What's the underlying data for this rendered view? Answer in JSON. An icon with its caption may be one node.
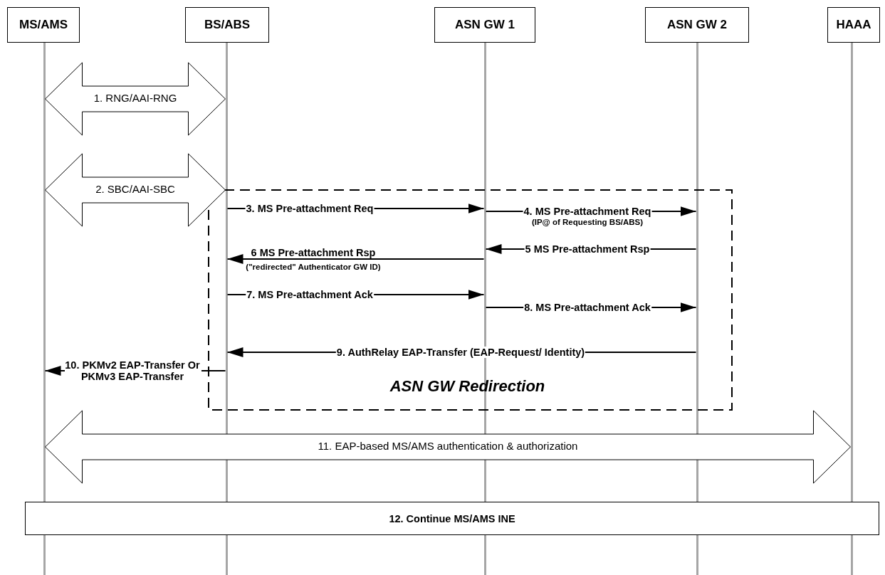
{
  "diagram": {
    "nodes": [
      {
        "text": [
          "MS/AMS"
        ]
      },
      {
        "text": [
          "BS/ABS"
        ]
      },
      {
        "text": [
          "ASN GW 1"
        ]
      },
      {
        "text": [
          "ASN GW 2"
        ]
      },
      {
        "text": [
          "HAAA"
        ]
      },
      {
        "text": [],
        "shape": "bar"
      },
      {
        "text": [],
        "shape": "bar"
      },
      {
        "text": [],
        "shape": "bar"
      },
      {
        "text": [],
        "shape": "bar"
      },
      {
        "text": [],
        "shape": "bar"
      },
      {
        "text": [
          "ASN GW Redirection"
        ]
      },
      {
        "text": [
          "12. Continue MS/AMS INE"
        ]
      }
    ],
    "edges": [
      {
        "from": 5,
        "to": 6,
        "arrow": "both",
        "label": "1. RNG/AAI-RNG",
        "style": "thick"
      },
      {
        "from": 5,
        "to": 6,
        "arrow": "both",
        "label": "2. SBC/AAI-SBC",
        "style": "thick"
      },
      {
        "from": 6,
        "to": 7,
        "arrow": "to",
        "label": "3. MS Pre-attachment Req"
      },
      {
        "from": 7,
        "to": 8,
        "arrow": "to",
        "label": "4. MS Pre-attachment Req"
      },
      {
        "from": 8,
        "to": 7,
        "arrow": "to",
        "label": "5 MS Pre-attachment Rsp"
      },
      {
        "from": 7,
        "to": 6,
        "arrow": "to",
        "label": "6 MS Pre-attachment Rsp"
      },
      {
        "from": 6,
        "to": 7,
        "arrow": "to",
        "label": "7. MS Pre-attachment Ack"
      },
      {
        "from": 7,
        "to": 8,
        "arrow": "to",
        "label": "8. MS Pre-attachment Ack"
      },
      {
        "from": 8,
        "to": 6,
        "arrow": "to",
        "label": "9. AuthRelay EAP-Transfer (EAP-Request/ Identity)"
      },
      {
        "from": 6,
        "to": 5,
        "arrow": "to",
        "label": "10. PKMv2 EAP-Transfer Or PKMv3 EAP-Transfer"
      },
      {
        "from": 5,
        "to": 9,
        "arrow": "both",
        "label": "11. EAP-based MS/AMS authentication & authorization",
        "style": "thick"
      }
    ],
    "labels": [
      "(IP@ of Requesting BS/ABS)",
      "(\"redirected\" Authenticator GW ID)"
    ]
  }
}
